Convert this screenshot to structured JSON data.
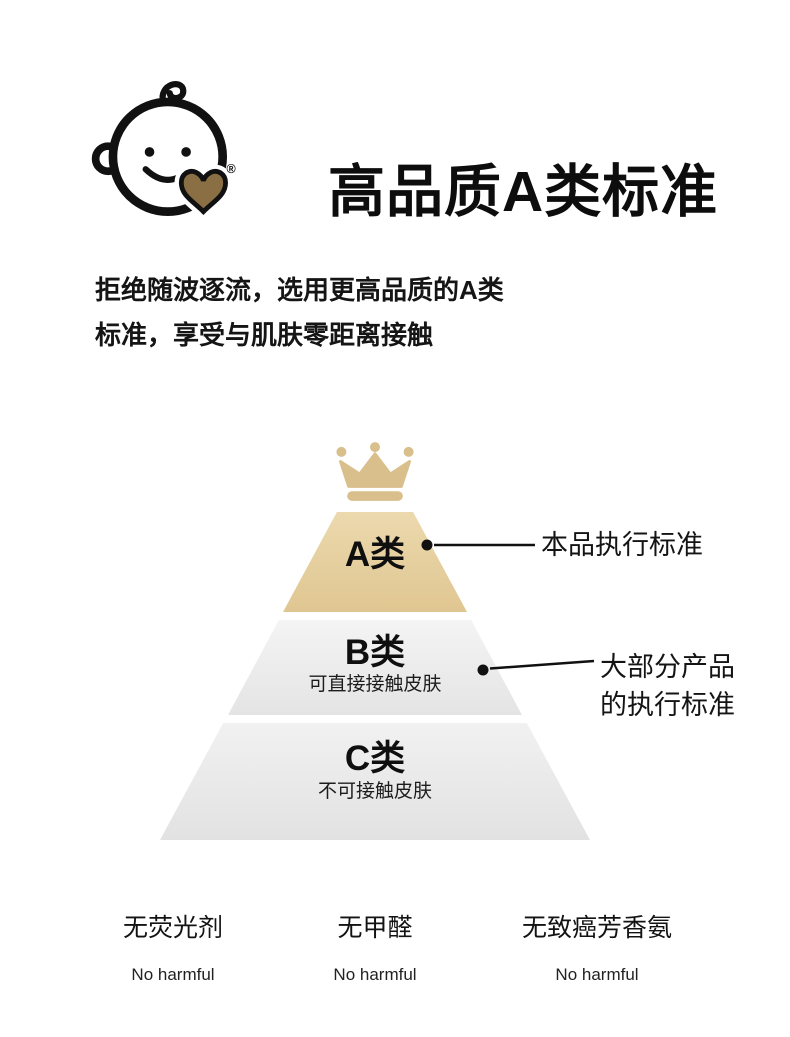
{
  "logo": {
    "registered_mark": "®"
  },
  "header": {
    "title": "高品质A类标准",
    "subtitle_lines": [
      "拒绝随波逐流，选用更高品质的A类",
      "标准，享受与肌肤零距离接触"
    ]
  },
  "pyramid": {
    "tiers": [
      {
        "label": "A类",
        "sublabel": "",
        "color": "#e5cda0"
      },
      {
        "label": "B类",
        "sublabel": "可直接接触皮肤",
        "color": "#ededed"
      },
      {
        "label": "C类",
        "sublabel": "不可接触皮肤",
        "color": "#e8e8e8"
      }
    ]
  },
  "callouts": [
    {
      "lines": [
        "本品执行标准"
      ]
    },
    {
      "lines": [
        "大部分产品",
        "的执行标准"
      ]
    }
  ],
  "badges": [
    {
      "label": "无荧光剂",
      "sublabel": "No harmful"
    },
    {
      "label": "无甲醛",
      "sublabel": "No harmful"
    },
    {
      "label": "无致癌芳香氨",
      "sublabel": "No harmful"
    }
  ],
  "colors": {
    "accent_tan": "#e0c691",
    "crown": "#d9bf8c",
    "pyramid_gray": "#e9e9e9",
    "text": "#111111",
    "heart": "#8a6f45"
  }
}
